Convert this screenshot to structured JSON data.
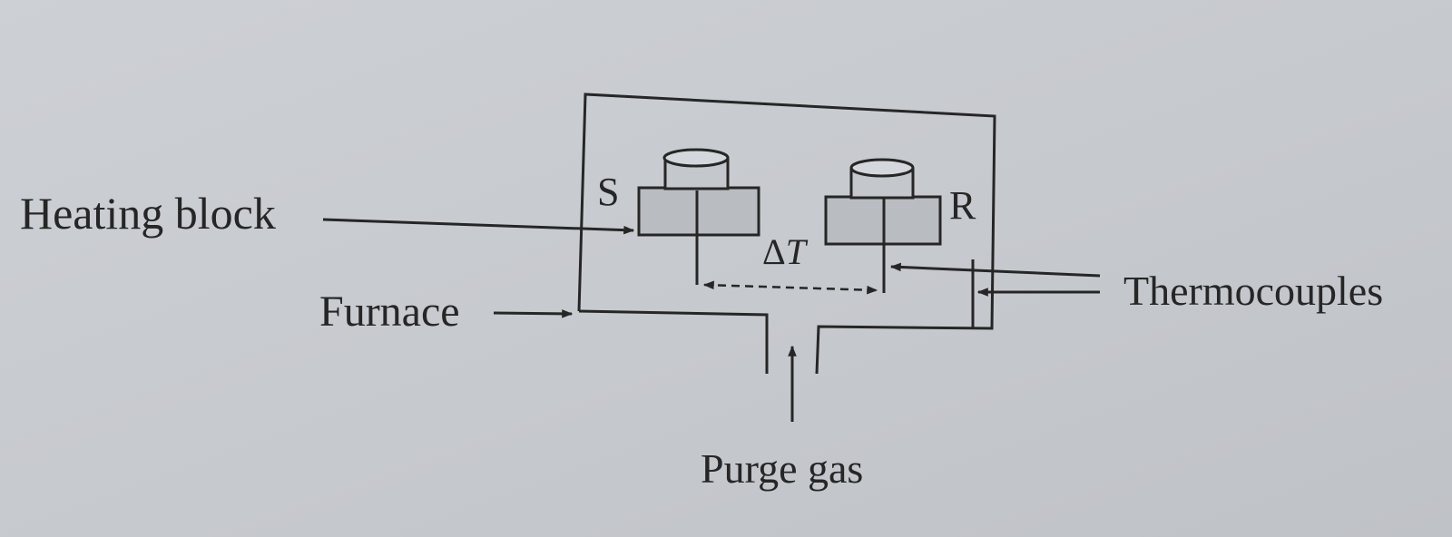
{
  "labels": {
    "heating_block": "Heating block",
    "furnace": "Furnace",
    "thermocouples": "Thermocouples",
    "purge_gas": "Purge gas",
    "sample": "S",
    "reference": "R",
    "delta_symbol": "Δ",
    "delta_var": "T"
  },
  "colors": {
    "ink": "#262626",
    "block_fill": "#b9bcc0",
    "pan_fill": "#c4c7cb"
  }
}
